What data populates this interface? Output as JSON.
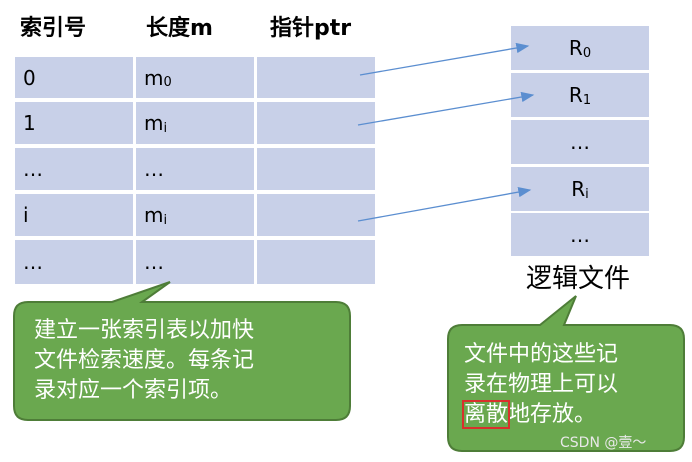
{
  "index_table": {
    "headers": [
      "索引号",
      "长度m",
      "指针ptr"
    ],
    "rows": [
      {
        "index": "0",
        "len": "m",
        "len_sub": "0"
      },
      {
        "index": "1",
        "len": "m",
        "len_sub": "i"
      },
      {
        "index": "…",
        "len": "…",
        "len_sub": ""
      },
      {
        "index": "i",
        "len": "m",
        "len_sub": "i"
      },
      {
        "index": "…",
        "len": "…",
        "len_sub": ""
      }
    ]
  },
  "logical_file": {
    "records": [
      {
        "base": "R",
        "sub": "0"
      },
      {
        "base": "R",
        "sub": "1"
      },
      {
        "base": "…",
        "sub": ""
      },
      {
        "base": "R",
        "sub": "i"
      },
      {
        "base": "…",
        "sub": ""
      }
    ],
    "caption": "逻辑文件"
  },
  "callouts": {
    "left": {
      "lines": [
        "建立一张索引表以加快",
        "文件检索速度。每条记",
        "录对应一个索引项。"
      ]
    },
    "right": {
      "line1": "文件中的这些记",
      "line2": "录在物理上可以",
      "line3_hl": "离散",
      "line3_rest": "地存放。"
    }
  },
  "watermark": "CSDN @壹～",
  "colors": {
    "cell": "#c8d0e8",
    "arrow": "#5b8ed0",
    "callout_fill": "#6aa84f",
    "callout_stroke": "#4e7d38",
    "highlight": "#d9302c"
  }
}
